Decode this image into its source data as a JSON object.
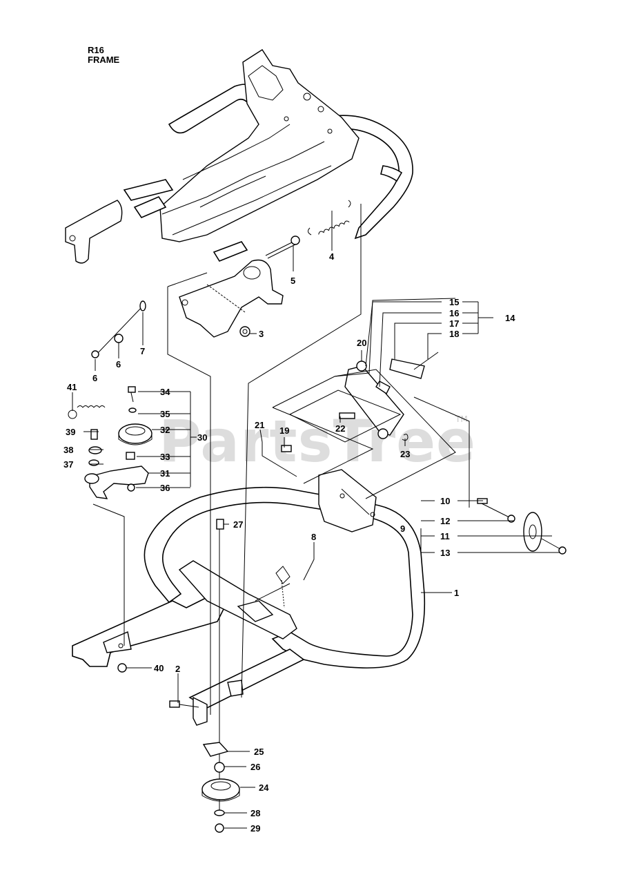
{
  "header": {
    "code": "R16",
    "name": "FRAME"
  },
  "watermark": {
    "text": "PartsTree",
    "trademark": "TM"
  },
  "callouts": [
    "1",
    "2",
    "3",
    "4",
    "5",
    "6",
    "6",
    "7",
    "8",
    "9",
    "10",
    "11",
    "12",
    "13",
    "14",
    "15",
    "16",
    "17",
    "18",
    "19",
    "20",
    "21",
    "22",
    "23",
    "24",
    "25",
    "26",
    "27",
    "28",
    "29",
    "30",
    "31",
    "32",
    "33",
    "34",
    "35",
    "36",
    "37",
    "38",
    "39",
    "40",
    "41"
  ]
}
